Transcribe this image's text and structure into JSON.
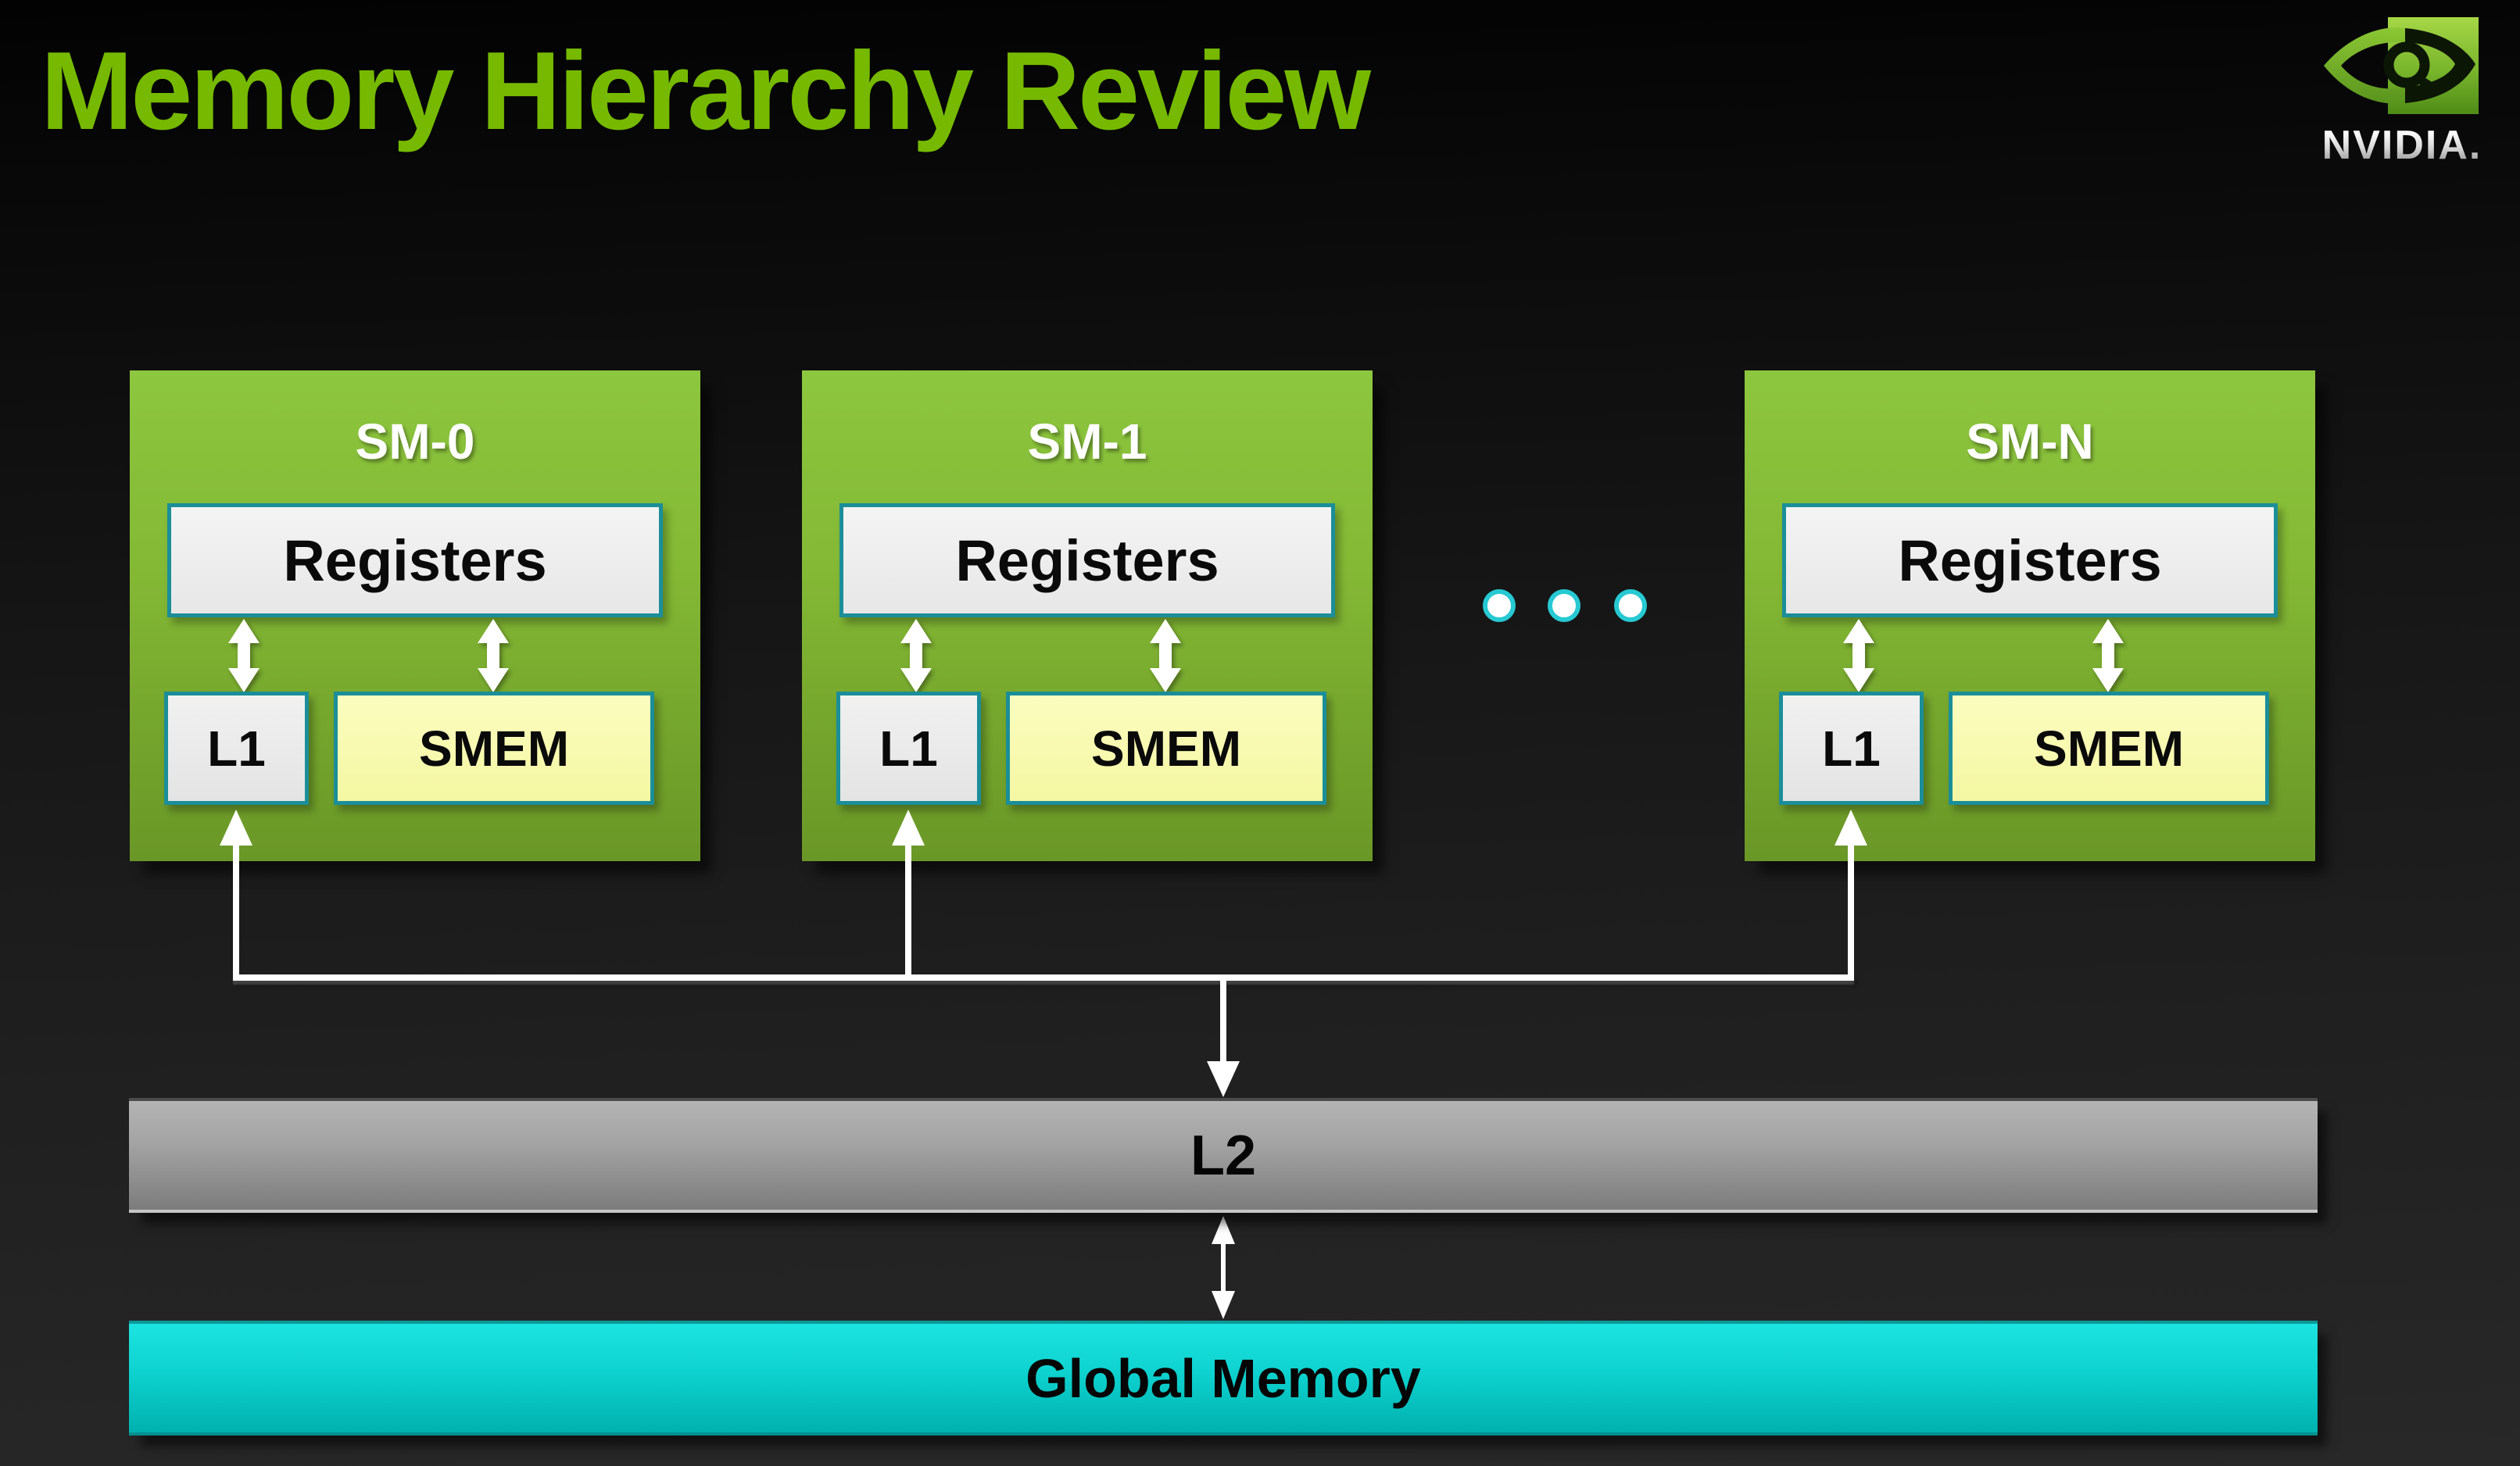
{
  "slide": {
    "title": "Memory Hierarchy Review"
  },
  "logo": {
    "brand": "NVIDIA.",
    "icon": "nvidia-eye-icon"
  },
  "diagram": {
    "sms": [
      {
        "label": "SM-0",
        "registers_label": "Registers",
        "l1_label": "L1",
        "smem_label": "SMEM"
      },
      {
        "label": "SM-1",
        "registers_label": "Registers",
        "l1_label": "L1",
        "smem_label": "SMEM"
      },
      {
        "label": "SM-N",
        "registers_label": "Registers",
        "l1_label": "L1",
        "smem_label": "SMEM"
      }
    ],
    "ellipsis_dot_count": 3,
    "l2_label": "L2",
    "global_label": "Global Memory",
    "connections": [
      "Registers <-> L1 (per SM)",
      "Registers <-> SMEM (per SM)",
      "L1 (all SMs) -> L2",
      "L2 <-> Global Memory"
    ],
    "colors": {
      "nvidia_green": "#76b900",
      "sm_green_top": "#8dc63f",
      "sm_green_bottom": "#6a9727",
      "teal_border": "#1b8e99",
      "smem_yellow": "#f6f9a8",
      "box_gray": "#ececec",
      "l2_gray": "#9a9a9a",
      "global_cyan": "#00c9c6",
      "connector_white": "#ffffff",
      "background_dark": "#1c1c1c"
    }
  }
}
